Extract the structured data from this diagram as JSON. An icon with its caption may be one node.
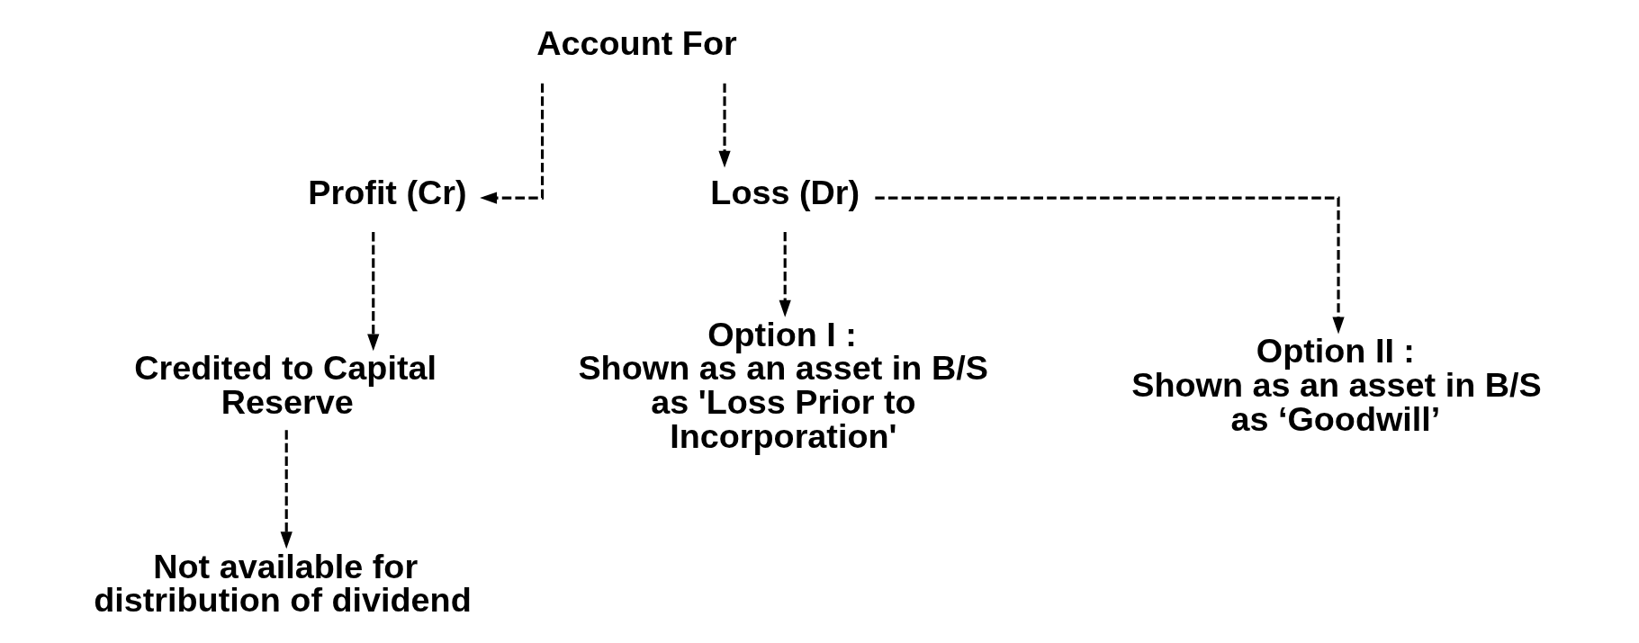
{
  "diagram": {
    "nodes": [
      {
        "text": [
          "Account For"
        ]
      },
      {
        "text": [
          "Profit (Cr)"
        ]
      },
      {
        "text": [
          "Loss (Dr)"
        ]
      },
      {
        "text": [
          "Credited to Capital Reserve"
        ]
      },
      {
        "text": [
          "Not available for distribution of dividend"
        ]
      },
      {
        "text": [
          "Option I :",
          "Shown as an asset in B/S as 'Loss Prior to Incorporation'"
        ]
      },
      {
        "text": [
          "Option II :",
          "Shown as an asset in B/S as ‘Goodwill’"
        ]
      }
    ],
    "edges": [
      {
        "from": 0,
        "to": 1,
        "arrow": "to",
        "style": "dashed"
      },
      {
        "from": 0,
        "to": 2,
        "arrow": "to",
        "style": "dashed"
      },
      {
        "from": 1,
        "to": 3,
        "arrow": "to",
        "style": "dashed"
      },
      {
        "from": 3,
        "to": 4,
        "arrow": "to",
        "style": "dashed"
      },
      {
        "from": 2,
        "to": 5,
        "arrow": "to",
        "style": "dashed"
      },
      {
        "from": 2,
        "to": 6,
        "arrow": "to",
        "style": "dashed"
      }
    ]
  }
}
